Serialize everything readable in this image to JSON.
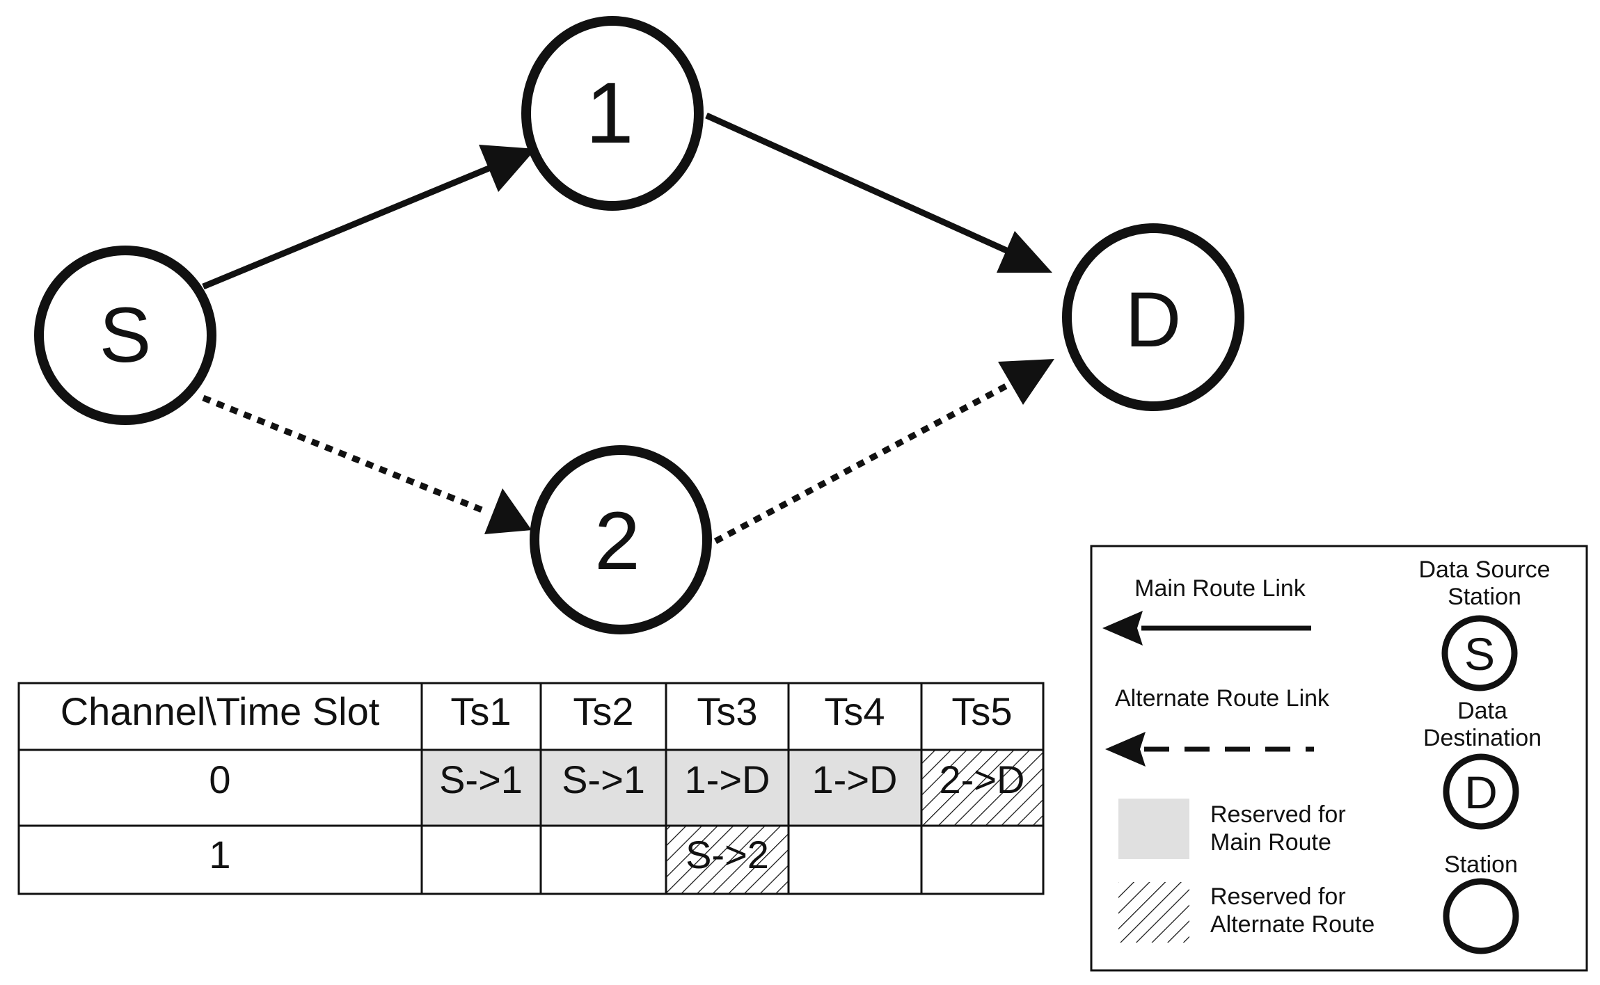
{
  "nodes": {
    "source": "S",
    "relay_1": "1",
    "relay_2": "2",
    "destination": "D"
  },
  "table": {
    "header": [
      "Channel\\Time Slot",
      "Ts1",
      "Ts2",
      "Ts3",
      "Ts4",
      "Ts5"
    ],
    "rows": [
      {
        "channel": "0",
        "cells": [
          {
            "text": "S->1",
            "reserved": "main"
          },
          {
            "text": "S->1",
            "reserved": "main"
          },
          {
            "text": "1->D",
            "reserved": "main"
          },
          {
            "text": "1->D",
            "reserved": "main"
          },
          {
            "text": "2->D",
            "reserved": "alternate"
          }
        ]
      },
      {
        "channel": "1",
        "cells": [
          {
            "text": "",
            "reserved": "none"
          },
          {
            "text": "",
            "reserved": "none"
          },
          {
            "text": "S->2",
            "reserved": "alternate"
          },
          {
            "text": "",
            "reserved": "none"
          },
          {
            "text": "",
            "reserved": "none"
          }
        ]
      }
    ]
  },
  "legend": {
    "main_route_link": "Main Route Link",
    "alternate_route_link": "Alternate Route Link",
    "reserved_main_line1": "Reserved for",
    "reserved_main_line2": "Main Route",
    "reserved_alt_line1": "Reserved for",
    "reserved_alt_line2": "Alternate Route",
    "source_station_line1": "Data Source",
    "source_station_line2": "Station",
    "source_symbol": "S",
    "destination_line1": "Data",
    "destination_line2": "Destination",
    "destination_symbol": "D",
    "station": "Station"
  },
  "colors": {
    "ink": "#111111",
    "main_reserved_fill": "#e0e0e0",
    "background": "#ffffff"
  }
}
